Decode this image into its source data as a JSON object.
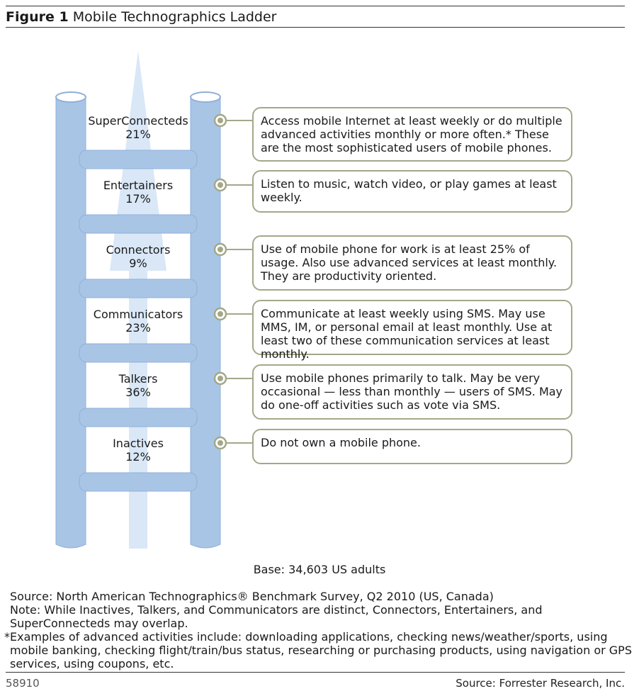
{
  "figure": {
    "label": "Figure 1",
    "title": "Mobile Technographics Ladder"
  },
  "colors": {
    "rail": "#a9c5e6",
    "rail_stroke": "#8fb0d8",
    "arrow": "#d9e7f7",
    "box_border": "#a3a888",
    "connector_dot": "#a3a888"
  },
  "rungs": [
    {
      "name": "SuperConnecteds",
      "percent": "21%",
      "description": "Access mobile Internet at least weekly or do multiple advanced activities monthly or more often.* These are the most sophisticated users of mobile phones."
    },
    {
      "name": "Entertainers",
      "percent": "17%",
      "description": "Listen to music, watch video, or play games at least weekly."
    },
    {
      "name": "Connectors",
      "percent": "9%",
      "description": "Use of mobile phone for work is at least 25% of usage. Also use advanced services at least monthly. They are productivity oriented."
    },
    {
      "name": "Communicators",
      "percent": "23%",
      "description": "Communicate at least weekly using SMS. May use MMS, IM, or personal email at least monthly. Use at least two of these communication services at least monthly."
    },
    {
      "name": "Talkers",
      "percent": "36%",
      "description": "Use mobile phones primarily to talk. May be very occasional — less than monthly — users of SMS. May do one-off activities such as vote via SMS."
    },
    {
      "name": "Inactives",
      "percent": "12%",
      "description": "Do not own a mobile phone."
    }
  ],
  "base": "Base: 34,603 US adults",
  "source_note": "Source: North American Technographics® Benchmark Survey, Q2 2010 (US, Canada)",
  "note": "Note: While Inactives, Talkers, and Communicators are distinct, Connectors, Entertainers, and SuperConnecteds may overlap.",
  "footnote": "Examples of advanced activities include: downloading applications, checking news/weather/sports, using mobile banking, checking flight/train/bus status, researching or purchasing products, using navigation or GPS services, using coupons, etc.",
  "footnote_marker": "*",
  "footer": {
    "id": "58910",
    "source": "Source: Forrester Research, Inc."
  }
}
